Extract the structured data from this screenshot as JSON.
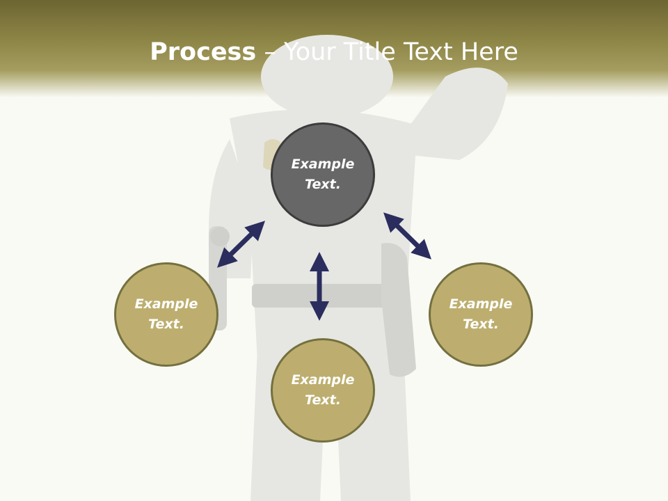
{
  "header": {
    "title_bold": "Process",
    "title_rest": " – Your Title Text Here"
  },
  "nodes": {
    "top": "Example Text.",
    "left": "Example Text.",
    "right": "Example Text.",
    "bottom": "Example Text."
  },
  "colors": {
    "header_dark": "#6d6532",
    "header_light": "#a59d5f",
    "center_circle": "#676767",
    "outer_circle": "#bdae6f",
    "circle_border": "#74703f",
    "arrow": "#2b2d5e",
    "background": "#f9faf4"
  },
  "icons": {
    "background_illustration": "police-officer-figure"
  }
}
